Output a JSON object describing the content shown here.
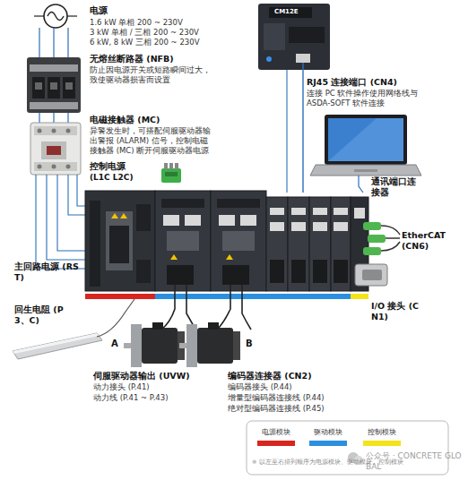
{
  "diagram": {
    "labels": [
      "电源",
      "1.6 kW 单相 200 ~ 230V",
      "3 kW 单相 / 三相 200 ~ 230V",
      "6 kW, 8 kW 三相 200 ~ 230V",
      "无熔丝断路器 (NFB)",
      "防止因电源开关或短路瞬间过大，致使驱动器损害而设置",
      "电磁接触器 (MC)",
      "异警发生时，可搭配伺服驱动器输出警报 (ALARM) 信号，控制电磁接触器 (MC) 断开伺服驱动器电源",
      "控制电源",
      "(L1C L2C)",
      "CM12E",
      "RJ45 连接端口 (CN4)",
      "连接 PC 软件操作使用网络线与 ASDA-SOFT 软件连接",
      "通讯端口连接器",
      "EtherCAT (CN6)",
      "主回路电源 (RST)",
      "I/O 接头 (CN1)",
      "回生电阻 (P3、C)",
      "A",
      "B",
      "伺服驱动器输出 (UVW)",
      "动力接头 (P.41)",
      "动力线 (P.41 ~ P.43)",
      "编码器连接器 (CN2)",
      "编码器接头 (P.44)",
      "增量型编码器连接线 (P.44)",
      "绝对型编码器连接线 (P.45)",
      "※ 以左至右排列顺序为电源模块、驱动模块、控制模块",
      "公众号 · CONCRETE GLOBAL"
    ],
    "legend": [
      {
        "text": "电源模块",
        "color": "#d7261e"
      },
      {
        "text": "驱动模块",
        "color": "#2b8fe0"
      },
      {
        "text": "控制模块",
        "color": "#f5e31a"
      }
    ]
  }
}
